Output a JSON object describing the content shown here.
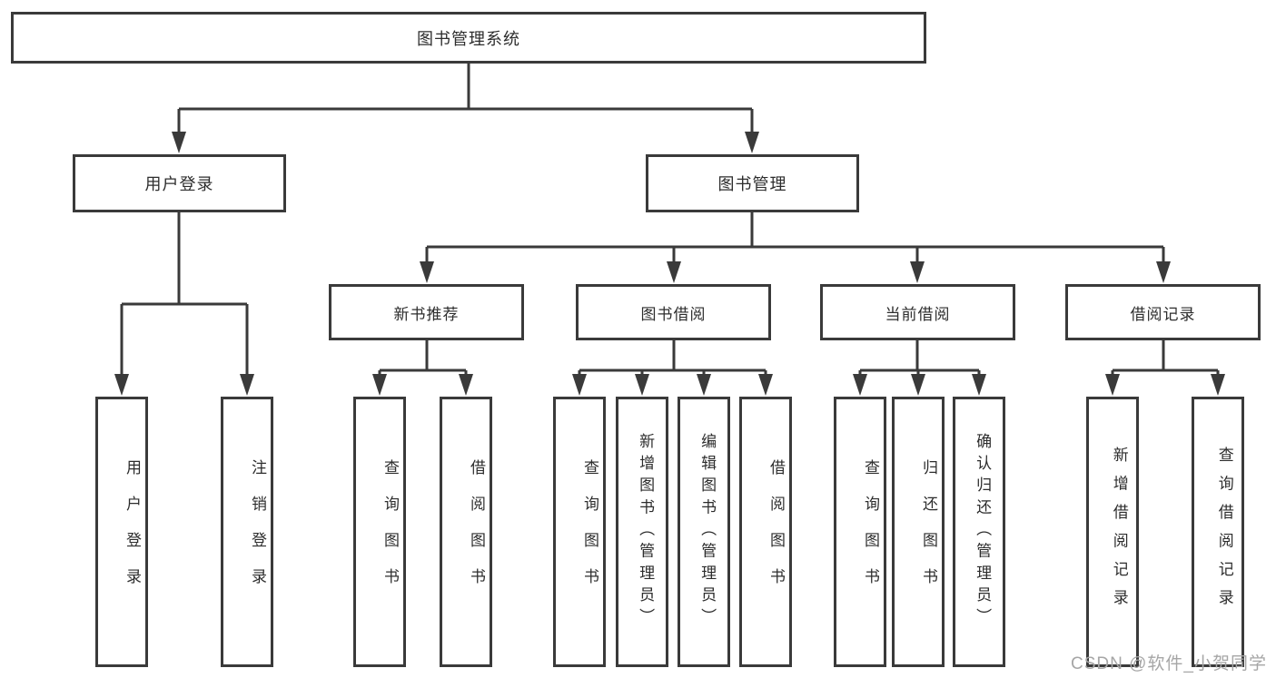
{
  "nodes": {
    "root": {
      "label": "图书管理系统"
    },
    "user_login": {
      "label": "用户登录"
    },
    "book_management": {
      "label": "图书管理"
    },
    "new_book_recommend": {
      "label": "新书推荐"
    },
    "book_borrowing": {
      "label": "图书借阅"
    },
    "current_borrowing": {
      "label": "当前借阅"
    },
    "borrowing_records": {
      "label": "借阅记录"
    },
    "ul_user_login": {
      "label": "用户登录"
    },
    "ul_logout": {
      "label": "注销登录"
    },
    "nbr_query_books": {
      "label": "查询图书"
    },
    "nbr_borrow_books": {
      "label": "借阅图书"
    },
    "bb_query_books": {
      "label": "查询图书"
    },
    "bb_add_books_admin": {
      "label": "新增图书（管理员）"
    },
    "bb_edit_books_admin": {
      "label": "编辑图书（管理员）"
    },
    "bb_borrow_books": {
      "label": "借阅图书"
    },
    "cb_query_books": {
      "label": "查询图书"
    },
    "cb_return_books": {
      "label": "归还图书"
    },
    "cb_confirm_return_admin": {
      "label": "确认归还（管理员）"
    },
    "br_add_borrow_record": {
      "label": "新增借阅记录"
    },
    "br_query_borrow_record": {
      "label": "查询借阅记录"
    }
  },
  "watermark": {
    "text": "CSDN @软件_小贺同学"
  },
  "colors": {
    "line": "#3a3a3a",
    "border": "#3a3a3a",
    "text": "#2d2d2d",
    "background": "#ffffff",
    "watermark": "#a6a6a6"
  }
}
